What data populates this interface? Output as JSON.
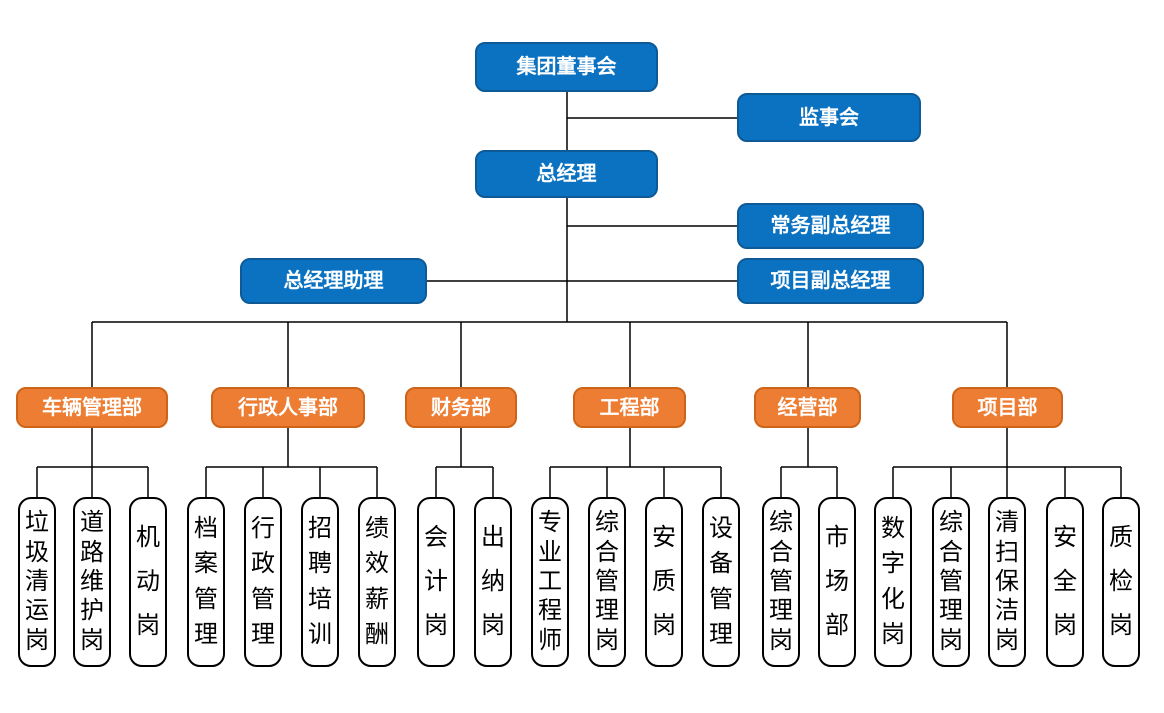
{
  "chart": {
    "board": "集团董事会",
    "supervisory": "监事会",
    "gm": "总经理",
    "exec_deputy_gm": "常务副总经理",
    "gm_assistant": "总经理助理",
    "project_deputy_gm": "项目副总经理",
    "departments": [
      {
        "label": "车辆管理部",
        "posts": [
          "垃圾清运岗",
          "道路维护岗",
          "机动岗"
        ]
      },
      {
        "label": "行政人事部",
        "posts": [
          "档案管理",
          "行政管理",
          "招聘培训",
          "绩效薪酬"
        ]
      },
      {
        "label": "财务部",
        "posts": [
          "会计岗",
          "出纳岗"
        ]
      },
      {
        "label": "工程部",
        "posts": [
          "专业工程师",
          "综合管理岗",
          "安质岗",
          "设备管理"
        ]
      },
      {
        "label": "经营部",
        "posts": [
          "综合管理岗",
          "市场部"
        ]
      },
      {
        "label": "项目部",
        "posts": [
          "数字化岗",
          "综合管理岗",
          "清扫保洁岗",
          "安全岗",
          "质检岗"
        ]
      }
    ]
  },
  "colors": {
    "executive_fill": "#0B72C2",
    "executive_border": "#0D5A96",
    "executive_text": "#FFFFFF",
    "department_fill": "#EC7D33",
    "department_border": "#CE6418",
    "department_text": "#FFFFFF",
    "post_fill": "#FFFFFF",
    "post_border": "#000000",
    "post_text": "#000000",
    "line": "#000000",
    "background": "#FFFFFF"
  }
}
